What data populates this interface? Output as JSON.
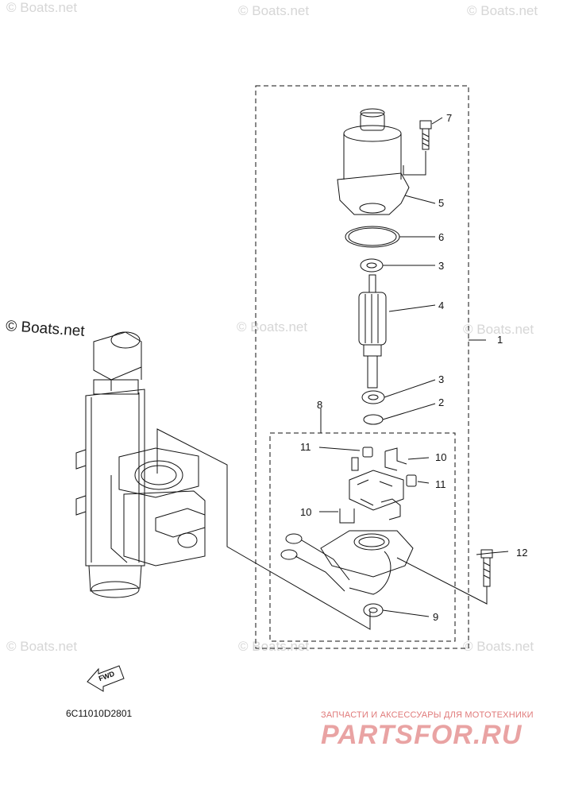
{
  "watermarks": {
    "text": "© Boats.net",
    "dark_text": "© Boats.net"
  },
  "callouts": {
    "c1": "1",
    "c2": "2",
    "c3a": "3",
    "c3b": "3",
    "c4": "4",
    "c5": "5",
    "c6": "6",
    "c7": "7",
    "c8": "8",
    "c9": "9",
    "c10a": "10",
    "c10b": "10",
    "c11a": "11",
    "c11b": "11",
    "c12": "12"
  },
  "fwd_label": "FWD",
  "diagram_code": "6C11010D2801",
  "brand": {
    "tagline": "ЗАПЧАСТИ И АКСЕССУАРЫ ДЛЯ МОТОТЕХНИКИ",
    "name": "PARTSFOR.RU",
    "color": "#e9a3a3"
  },
  "colors": {
    "line": "#111111",
    "watermark": "#d6d6d6"
  }
}
